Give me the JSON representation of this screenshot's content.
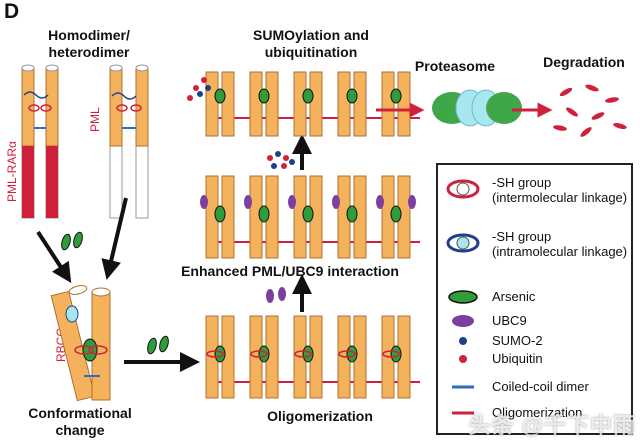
{
  "figure": {
    "panel_letter": "D",
    "labels": {
      "homodimer": "Homodimer/ heterodimer",
      "pml_rara": "PML-RARα",
      "pml": "PML",
      "rbcc": "RBCC",
      "conformational_change": "Conformational change",
      "oligomerization": "Oligomerization",
      "enhanced_interaction": "Enhanced PML/UBC9 interaction",
      "sumoylation": "SUMOylation and ubiquitination",
      "proteasome": "Proteasome",
      "degradation": "Degradation"
    },
    "legend": [
      {
        "symbol": "sh-inter-icon",
        "label": "-SH group (intermolecular linkage)"
      },
      {
        "symbol": "sh-intra-icon",
        "label": "-SH group (intramolecular linkage)"
      },
      {
        "symbol": "arsenic-icon",
        "label": "Arsenic"
      },
      {
        "symbol": "ubc9-icon",
        "label": "UBC9"
      },
      {
        "symbol": "sumo2-icon",
        "label": "SUMO-2"
      },
      {
        "symbol": "ubiquitin-icon",
        "label": "Ubiquitin"
      },
      {
        "symbol": "coiled-coil-icon",
        "label": "Coiled-coil dimer"
      },
      {
        "symbol": "oligomerization-line-icon",
        "label": "Oligomerization"
      }
    ],
    "watermark": "头条 @千下中雨",
    "colors": {
      "tube_orange": "#f5b25c",
      "tube_red": "#d0213c",
      "arsenic_green": "#2f9e3a",
      "ubc9_purple": "#7b3fa0",
      "sumo_blue": "#1f3f8a",
      "ubiquitin_red": "#d0213c",
      "coiled_blue": "#2a6fc2",
      "oligo_red": "#d0213c",
      "proteasome_green": "#3fa64a",
      "proteasome_cyan": "#a8e6f0"
    }
  }
}
